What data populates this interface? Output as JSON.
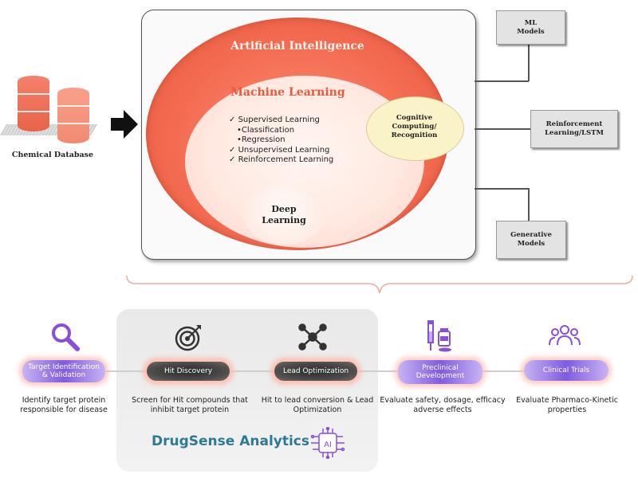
{
  "database": {
    "label": "Chemical Database"
  },
  "ai": {
    "title": "Artificial Intelligence",
    "ml_title": "Machine Learning",
    "ml_items": [
      {
        "mark": "✓",
        "text": "Supervised Learning"
      },
      {
        "mark": "•",
        "text": "Classification"
      },
      {
        "mark": "•",
        "text": "Regression"
      },
      {
        "mark": "✓",
        "text": "Unsupervised Learning"
      },
      {
        "mark": "✓",
        "text": "Reinforcement Learning"
      }
    ],
    "dl_line1": "Deep",
    "dl_line2": "Learning",
    "cog_line1": "Cognitive",
    "cog_line2": "Computing/",
    "cog_line3": "Recognition"
  },
  "right_boxes": [
    {
      "line1": "ML",
      "line2": "Models"
    },
    {
      "line1": "Reinforcement",
      "line2": "Learning/LSTM"
    },
    {
      "line1": "Generative",
      "line2": "Models"
    }
  ],
  "pipeline": [
    {
      "icon": "magnifier-icon",
      "label1": "Target Identification",
      "label2": "& Validation",
      "desc1": "Identify target protein",
      "desc2": "responsible for disease"
    },
    {
      "icon": "target-icon",
      "label1": "Hit Discovery",
      "label2": "",
      "desc1": "Screen for Hit compounds that",
      "desc2": "inhibit target protein"
    },
    {
      "icon": "molecule-icon",
      "label1": "Lead Optimization",
      "label2": "",
      "desc1": "Hit to lead conversion & Lead",
      "desc2": "Optimization"
    },
    {
      "icon": "lab-flask-icon",
      "label1": "Preclinical",
      "label2": "Development",
      "desc1": "Evaluate safety, dosage, efficacy",
      "desc2": "adverse effects"
    },
    {
      "icon": "people-group-icon",
      "label1": "Clinical Trials",
      "label2": "",
      "desc1": "Evaluate Pharmaco-Kinetic",
      "desc2": "properties"
    }
  ],
  "brand": {
    "name": "DrugSense Analytics",
    "chip_text": "AI"
  },
  "colors": {
    "accent_orange": "#f26a50",
    "brand_teal": "#2e7a94",
    "purple": "#7d5ce0"
  }
}
